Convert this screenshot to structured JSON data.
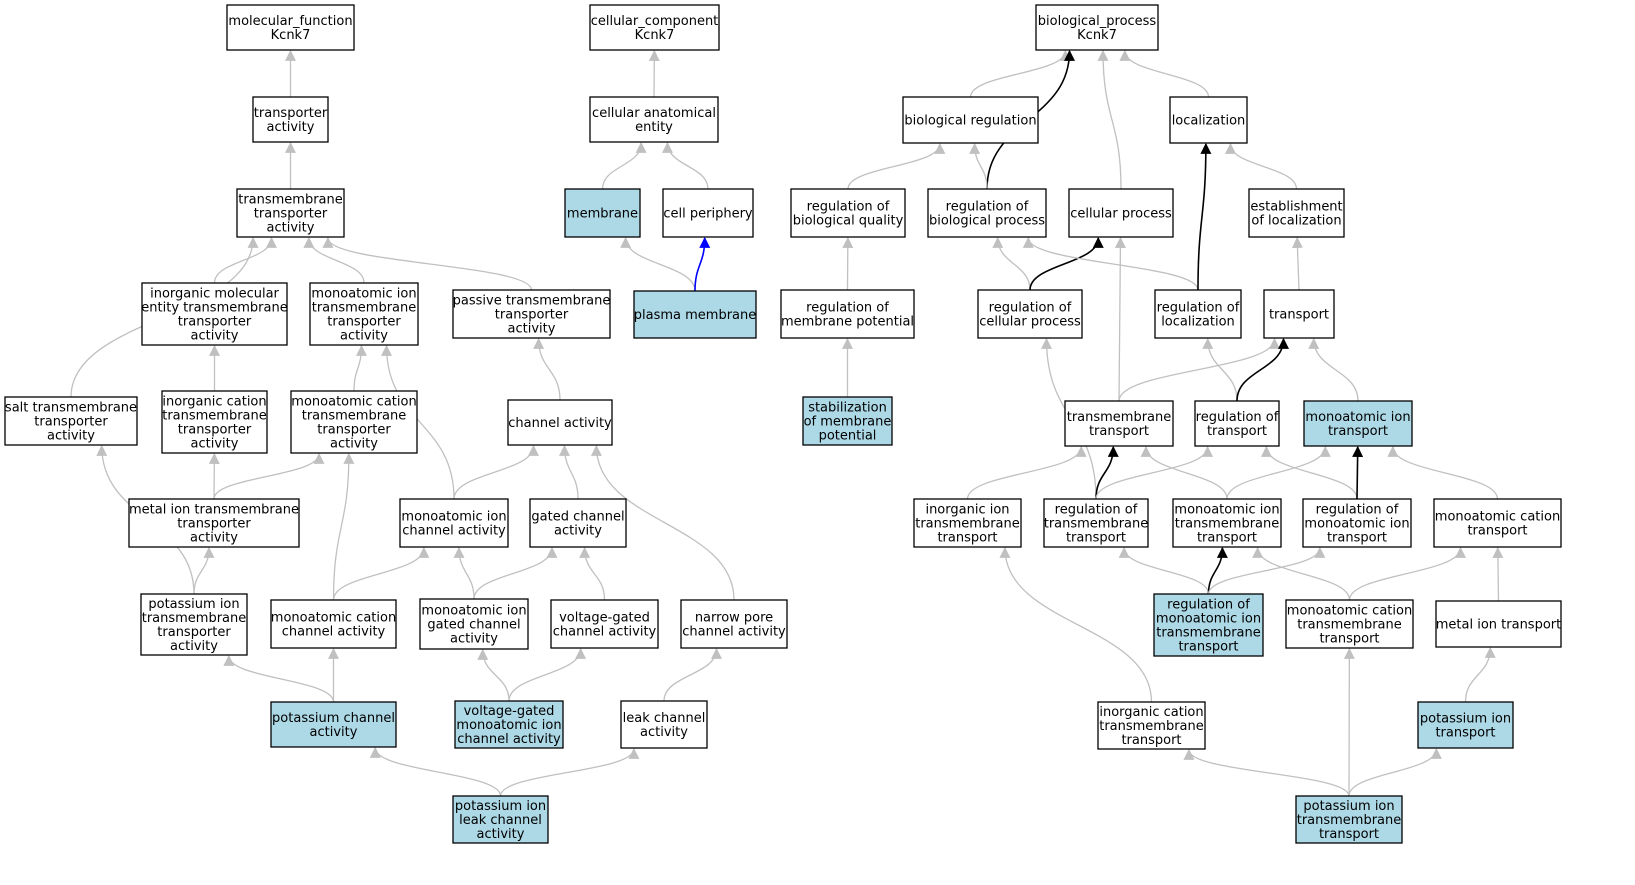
{
  "colors": {
    "highlight_fill": "#add8e6",
    "default_fill": "#ffffff",
    "edge_gray": "#c0c0c0",
    "edge_black": "#000000",
    "edge_blue": "#0000ff"
  },
  "nodes": [
    {
      "id": "mf_root",
      "lines": [
        "molecular_function",
        "Kcnk7"
      ],
      "highlight": false
    },
    {
      "id": "transporter_activity",
      "lines": [
        "transporter",
        "activity"
      ],
      "highlight": false
    },
    {
      "id": "tm_transporter_activity",
      "lines": [
        "transmembrane",
        "transporter",
        "activity"
      ],
      "highlight": false
    },
    {
      "id": "inorg_mol_entity_tm",
      "lines": [
        "inorganic molecular",
        "entity transmembrane",
        "transporter",
        "activity"
      ],
      "highlight": false
    },
    {
      "id": "monoatomic_ion_tm_transporter",
      "lines": [
        "monoatomic ion",
        "transmembrane",
        "transporter",
        "activity"
      ],
      "highlight": false
    },
    {
      "id": "passive_tm_transporter",
      "lines": [
        "passive transmembrane",
        "transporter",
        "activity"
      ],
      "highlight": false
    },
    {
      "id": "salt_tm_transporter",
      "lines": [
        "salt transmembrane",
        "transporter",
        "activity"
      ],
      "highlight": false
    },
    {
      "id": "inorg_cation_tm_transporter",
      "lines": [
        "inorganic cation",
        "transmembrane",
        "transporter",
        "activity"
      ],
      "highlight": false
    },
    {
      "id": "monoatomic_cation_tm_transporter",
      "lines": [
        "monoatomic cation",
        "transmembrane",
        "transporter",
        "activity"
      ],
      "highlight": false
    },
    {
      "id": "channel_activity",
      "lines": [
        "channel activity"
      ],
      "highlight": false
    },
    {
      "id": "metal_ion_tm_transporter",
      "lines": [
        "metal ion transmembrane",
        "transporter",
        "activity"
      ],
      "highlight": false
    },
    {
      "id": "monoatomic_ion_channel",
      "lines": [
        "monoatomic ion",
        "channel activity"
      ],
      "highlight": false
    },
    {
      "id": "gated_channel",
      "lines": [
        "gated channel",
        "activity"
      ],
      "highlight": false
    },
    {
      "id": "potassium_ion_tm_transporter",
      "lines": [
        "potassium ion",
        "transmembrane",
        "transporter",
        "activity"
      ],
      "highlight": false
    },
    {
      "id": "monoatomic_cation_channel",
      "lines": [
        "monoatomic cation",
        "channel activity"
      ],
      "highlight": false
    },
    {
      "id": "monoatomic_ion_gated_channel",
      "lines": [
        "monoatomic ion",
        "gated channel",
        "activity"
      ],
      "highlight": false
    },
    {
      "id": "voltage_gated_channel",
      "lines": [
        "voltage-gated",
        "channel activity"
      ],
      "highlight": false
    },
    {
      "id": "narrow_pore_channel",
      "lines": [
        "narrow pore",
        "channel activity"
      ],
      "highlight": false
    },
    {
      "id": "potassium_channel",
      "lines": [
        "potassium channel",
        "activity"
      ],
      "highlight": true
    },
    {
      "id": "vg_monoatomic_ion_channel",
      "lines": [
        "voltage-gated",
        "monoatomic ion",
        "channel activity"
      ],
      "highlight": true
    },
    {
      "id": "leak_channel",
      "lines": [
        "leak channel",
        "activity"
      ],
      "highlight": false
    },
    {
      "id": "potassium_ion_leak_channel",
      "lines": [
        "potassium ion",
        "leak channel",
        "activity"
      ],
      "highlight": true
    },
    {
      "id": "cc_root",
      "lines": [
        "cellular_component",
        "Kcnk7"
      ],
      "highlight": false
    },
    {
      "id": "cellular_anatomical_entity",
      "lines": [
        "cellular anatomical",
        "entity"
      ],
      "highlight": false
    },
    {
      "id": "membrane",
      "lines": [
        "membrane"
      ],
      "highlight": true
    },
    {
      "id": "cell_periphery",
      "lines": [
        "cell periphery"
      ],
      "highlight": false
    },
    {
      "id": "plasma_membrane",
      "lines": [
        "plasma membrane"
      ],
      "highlight": true
    },
    {
      "id": "bp_root",
      "lines": [
        "biological_process",
        "Kcnk7"
      ],
      "highlight": false
    },
    {
      "id": "biological_regulation",
      "lines": [
        "biological regulation"
      ],
      "highlight": false
    },
    {
      "id": "localization",
      "lines": [
        "localization"
      ],
      "highlight": false
    },
    {
      "id": "reg_biological_quality",
      "lines": [
        "regulation of",
        "biological quality"
      ],
      "highlight": false
    },
    {
      "id": "reg_biological_process",
      "lines": [
        "regulation of",
        "biological process"
      ],
      "highlight": false
    },
    {
      "id": "cellular_process",
      "lines": [
        "cellular process"
      ],
      "highlight": false
    },
    {
      "id": "establishment_localization",
      "lines": [
        "establishment",
        "of localization"
      ],
      "highlight": false
    },
    {
      "id": "reg_membrane_potential",
      "lines": [
        "regulation of",
        "membrane potential"
      ],
      "highlight": false
    },
    {
      "id": "reg_cellular_process",
      "lines": [
        "regulation of",
        "cellular process"
      ],
      "highlight": false
    },
    {
      "id": "reg_localization",
      "lines": [
        "regulation of",
        "localization"
      ],
      "highlight": false
    },
    {
      "id": "transport",
      "lines": [
        "transport"
      ],
      "highlight": false
    },
    {
      "id": "stabilization_membrane_potential",
      "lines": [
        "stabilization",
        "of membrane",
        "potential"
      ],
      "highlight": true
    },
    {
      "id": "tm_transport",
      "lines": [
        "transmembrane",
        "transport"
      ],
      "highlight": false
    },
    {
      "id": "reg_transport",
      "lines": [
        "regulation of",
        "transport"
      ],
      "highlight": false
    },
    {
      "id": "monoatomic_ion_transport",
      "lines": [
        "monoatomic ion",
        "transport"
      ],
      "highlight": true
    },
    {
      "id": "inorg_ion_tm_transport",
      "lines": [
        "inorganic ion",
        "transmembrane",
        "transport"
      ],
      "highlight": false
    },
    {
      "id": "reg_tm_transport",
      "lines": [
        "regulation of",
        "transmembrane",
        "transport"
      ],
      "highlight": false
    },
    {
      "id": "monoatomic_ion_tm_transport",
      "lines": [
        "monoatomic ion",
        "transmembrane",
        "transport"
      ],
      "highlight": false
    },
    {
      "id": "reg_monoatomic_ion_transport",
      "lines": [
        "regulation of",
        "monoatomic ion",
        "transport"
      ],
      "highlight": false
    },
    {
      "id": "monoatomic_cation_transport",
      "lines": [
        "monoatomic cation",
        "transport"
      ],
      "highlight": false
    },
    {
      "id": "reg_monoatomic_ion_tm_transport",
      "lines": [
        "regulation of",
        "monoatomic ion",
        "transmembrane",
        "transport"
      ],
      "highlight": true
    },
    {
      "id": "monoatomic_cation_tm_transport",
      "lines": [
        "monoatomic cation",
        "transmembrane",
        "transport"
      ],
      "highlight": false
    },
    {
      "id": "metal_ion_transport",
      "lines": [
        "metal ion transport"
      ],
      "highlight": false
    },
    {
      "id": "inorg_cation_tm_transport",
      "lines": [
        "inorganic cation",
        "transmembrane",
        "transport"
      ],
      "highlight": false
    },
    {
      "id": "potassium_ion_transport",
      "lines": [
        "potassium ion",
        "transport"
      ],
      "highlight": true
    },
    {
      "id": "potassium_ion_tm_transport",
      "lines": [
        "potassium ion",
        "transmembrane",
        "transport"
      ],
      "highlight": true
    }
  ],
  "edges": [
    {
      "from": "transporter_activity",
      "to": "mf_root",
      "color": "gray"
    },
    {
      "from": "tm_transporter_activity",
      "to": "transporter_activity",
      "color": "gray"
    },
    {
      "from": "inorg_mol_entity_tm",
      "to": "tm_transporter_activity",
      "color": "gray"
    },
    {
      "from": "monoatomic_ion_tm_transporter",
      "to": "tm_transporter_activity",
      "color": "gray"
    },
    {
      "from": "passive_tm_transporter",
      "to": "tm_transporter_activity",
      "color": "gray"
    },
    {
      "from": "salt_tm_transporter",
      "to": "tm_transporter_activity",
      "color": "gray"
    },
    {
      "from": "inorg_cation_tm_transporter",
      "to": "inorg_mol_entity_tm",
      "color": "gray"
    },
    {
      "from": "monoatomic_cation_tm_transporter",
      "to": "monoatomic_ion_tm_transporter",
      "color": "gray"
    },
    {
      "from": "channel_activity",
      "to": "passive_tm_transporter",
      "color": "gray"
    },
    {
      "from": "metal_ion_tm_transporter",
      "to": "inorg_cation_tm_transporter",
      "color": "gray"
    },
    {
      "from": "metal_ion_tm_transporter",
      "to": "monoatomic_cation_tm_transporter",
      "color": "gray"
    },
    {
      "from": "monoatomic_ion_channel",
      "to": "monoatomic_ion_tm_transporter",
      "color": "gray"
    },
    {
      "from": "monoatomic_ion_channel",
      "to": "channel_activity",
      "color": "gray"
    },
    {
      "from": "gated_channel",
      "to": "channel_activity",
      "color": "gray"
    },
    {
      "from": "narrow_pore_channel",
      "to": "channel_activity",
      "color": "gray"
    },
    {
      "from": "potassium_ion_tm_transporter",
      "to": "salt_tm_transporter",
      "color": "gray"
    },
    {
      "from": "potassium_ion_tm_transporter",
      "to": "metal_ion_tm_transporter",
      "color": "gray"
    },
    {
      "from": "monoatomic_cation_channel",
      "to": "monoatomic_cation_tm_transporter",
      "color": "gray"
    },
    {
      "from": "monoatomic_cation_channel",
      "to": "monoatomic_ion_channel",
      "color": "gray"
    },
    {
      "from": "monoatomic_ion_gated_channel",
      "to": "monoatomic_ion_channel",
      "color": "gray"
    },
    {
      "from": "monoatomic_ion_gated_channel",
      "to": "gated_channel",
      "color": "gray"
    },
    {
      "from": "voltage_gated_channel",
      "to": "gated_channel",
      "color": "gray"
    },
    {
      "from": "potassium_channel",
      "to": "potassium_ion_tm_transporter",
      "color": "gray"
    },
    {
      "from": "potassium_channel",
      "to": "monoatomic_cation_channel",
      "color": "gray"
    },
    {
      "from": "vg_monoatomic_ion_channel",
      "to": "monoatomic_ion_gated_channel",
      "color": "gray"
    },
    {
      "from": "vg_monoatomic_ion_channel",
      "to": "voltage_gated_channel",
      "color": "gray"
    },
    {
      "from": "leak_channel",
      "to": "narrow_pore_channel",
      "color": "gray"
    },
    {
      "from": "potassium_ion_leak_channel",
      "to": "potassium_channel",
      "color": "gray"
    },
    {
      "from": "potassium_ion_leak_channel",
      "to": "leak_channel",
      "color": "gray"
    },
    {
      "from": "cellular_anatomical_entity",
      "to": "cc_root",
      "color": "gray"
    },
    {
      "from": "membrane",
      "to": "cellular_anatomical_entity",
      "color": "gray"
    },
    {
      "from": "cell_periphery",
      "to": "cellular_anatomical_entity",
      "color": "gray"
    },
    {
      "from": "plasma_membrane",
      "to": "membrane",
      "color": "gray"
    },
    {
      "from": "plasma_membrane",
      "to": "cell_periphery",
      "color": "blue"
    },
    {
      "from": "biological_regulation",
      "to": "bp_root",
      "color": "gray"
    },
    {
      "from": "localization",
      "to": "bp_root",
      "color": "gray"
    },
    {
      "from": "reg_biological_process",
      "to": "bp_root",
      "color": "black"
    },
    {
      "from": "cellular_process",
      "to": "bp_root",
      "color": "gray"
    },
    {
      "from": "reg_biological_quality",
      "to": "biological_regulation",
      "color": "gray"
    },
    {
      "from": "reg_biological_process",
      "to": "biological_regulation",
      "color": "gray"
    },
    {
      "from": "establishment_localization",
      "to": "localization",
      "color": "gray"
    },
    {
      "from": "reg_membrane_potential",
      "to": "reg_biological_quality",
      "color": "gray"
    },
    {
      "from": "reg_cellular_process",
      "to": "reg_biological_process",
      "color": "gray"
    },
    {
      "from": "reg_cellular_process",
      "to": "cellular_process",
      "color": "black"
    },
    {
      "from": "reg_localization",
      "to": "reg_biological_process",
      "color": "gray"
    },
    {
      "from": "reg_localization",
      "to": "localization",
      "color": "black"
    },
    {
      "from": "transport",
      "to": "establishment_localization",
      "color": "gray"
    },
    {
      "from": "stabilization_membrane_potential",
      "to": "reg_membrane_potential",
      "color": "gray"
    },
    {
      "from": "tm_transport",
      "to": "cellular_process",
      "color": "gray"
    },
    {
      "from": "tm_transport",
      "to": "transport",
      "color": "gray"
    },
    {
      "from": "reg_transport",
      "to": "reg_localization",
      "color": "gray"
    },
    {
      "from": "reg_transport",
      "to": "transport",
      "color": "black"
    },
    {
      "from": "monoatomic_ion_transport",
      "to": "transport",
      "color": "gray"
    },
    {
      "from": "inorg_ion_tm_transport",
      "to": "tm_transport",
      "color": "gray"
    },
    {
      "from": "reg_tm_transport",
      "to": "reg_cellular_process",
      "color": "gray"
    },
    {
      "from": "reg_tm_transport",
      "to": "tm_transport",
      "color": "black"
    },
    {
      "from": "reg_tm_transport",
      "to": "reg_transport",
      "color": "gray"
    },
    {
      "from": "monoatomic_ion_tm_transport",
      "to": "tm_transport",
      "color": "gray"
    },
    {
      "from": "monoatomic_ion_tm_transport",
      "to": "monoatomic_ion_transport",
      "color": "gray"
    },
    {
      "from": "reg_monoatomic_ion_transport",
      "to": "reg_transport",
      "color": "gray"
    },
    {
      "from": "reg_monoatomic_ion_transport",
      "to": "monoatomic_ion_transport",
      "color": "black"
    },
    {
      "from": "monoatomic_cation_transport",
      "to": "monoatomic_ion_transport",
      "color": "gray"
    },
    {
      "from": "reg_monoatomic_ion_tm_transport",
      "to": "reg_tm_transport",
      "color": "gray"
    },
    {
      "from": "reg_monoatomic_ion_tm_transport",
      "to": "monoatomic_ion_tm_transport",
      "color": "black"
    },
    {
      "from": "reg_monoatomic_ion_tm_transport",
      "to": "reg_monoatomic_ion_transport",
      "color": "gray"
    },
    {
      "from": "monoatomic_cation_tm_transport",
      "to": "monoatomic_ion_tm_transport",
      "color": "gray"
    },
    {
      "from": "monoatomic_cation_tm_transport",
      "to": "monoatomic_cation_transport",
      "color": "gray"
    },
    {
      "from": "metal_ion_transport",
      "to": "monoatomic_cation_transport",
      "color": "gray"
    },
    {
      "from": "inorg_cation_tm_transport",
      "to": "inorg_ion_tm_transport",
      "color": "gray"
    },
    {
      "from": "potassium_ion_transport",
      "to": "metal_ion_transport",
      "color": "gray"
    },
    {
      "from": "potassium_ion_tm_transport",
      "to": "inorg_cation_tm_transport",
      "color": "gray"
    },
    {
      "from": "potassium_ion_tm_transport",
      "to": "monoatomic_cation_tm_transport",
      "color": "gray"
    },
    {
      "from": "potassium_ion_tm_transport",
      "to": "potassium_ion_transport",
      "color": "gray"
    }
  ]
}
